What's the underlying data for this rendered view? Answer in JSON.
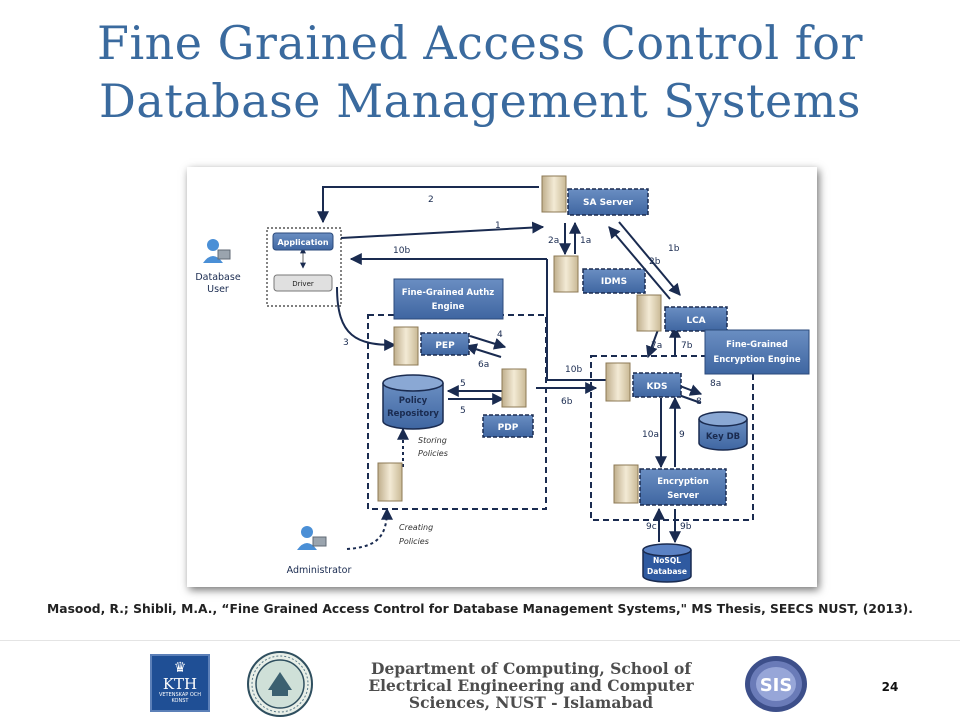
{
  "slide": {
    "title_line1": "Fine Grained Access Control for",
    "title_line2": "Database Management Systems",
    "citation": "Masood, R.; Shibli, M.A., “Fine Grained Access Control for Database Management Systems,\" MS Thesis, SEECS NUST, (2013).",
    "department": "Department of Computing, School of Electrical Engineering and Computer Sciences, NUST - Islamabad",
    "page_number": "24"
  },
  "logos": {
    "kth": {
      "name": "KTH",
      "subtext": "VETENSKAP OCH KONST"
    },
    "sis": {
      "name": "SIS"
    }
  },
  "diagram": {
    "nodes": {
      "application": "Application",
      "driver": "Driver",
      "database_user": [
        "Database",
        "User"
      ],
      "sa_server": "SA Server",
      "idms": "IDMS",
      "lca": "LCA",
      "authz_engine": [
        "Fine-Grained Authz",
        "Engine"
      ],
      "pep": "PEP",
      "policy_repository": [
        "Policy",
        "Repository"
      ],
      "pdp": "PDP",
      "storing_policies": [
        "Storing",
        "Policies"
      ],
      "creating_policies": [
        "Creating",
        "Policies"
      ],
      "administrator": "Administrator",
      "encryption_engine": [
        "Fine-Grained",
        "Encryption Engine"
      ],
      "kds": "KDS",
      "key_db": "Key DB",
      "encryption_server": [
        "Encryption",
        "Server"
      ],
      "nosql_db": [
        "NoSQL",
        "Database"
      ]
    },
    "edge_labels": {
      "e1": "1",
      "e1a": "1a",
      "e1b": "1b",
      "e2": "2",
      "e2a": "2a",
      "e2b": "2b",
      "e3": "3",
      "e4": "4",
      "e5a": "5",
      "e5b": "5",
      "e6a": "6a",
      "e6b": "6b",
      "e7a": "7a",
      "e7b": "7b",
      "e8": "8",
      "e8a": "8a",
      "e9": "9",
      "e9b": "9b",
      "e9c": "9c",
      "e10a": "10a",
      "e10b_top": "10b",
      "e10b_mid": "10b"
    }
  }
}
